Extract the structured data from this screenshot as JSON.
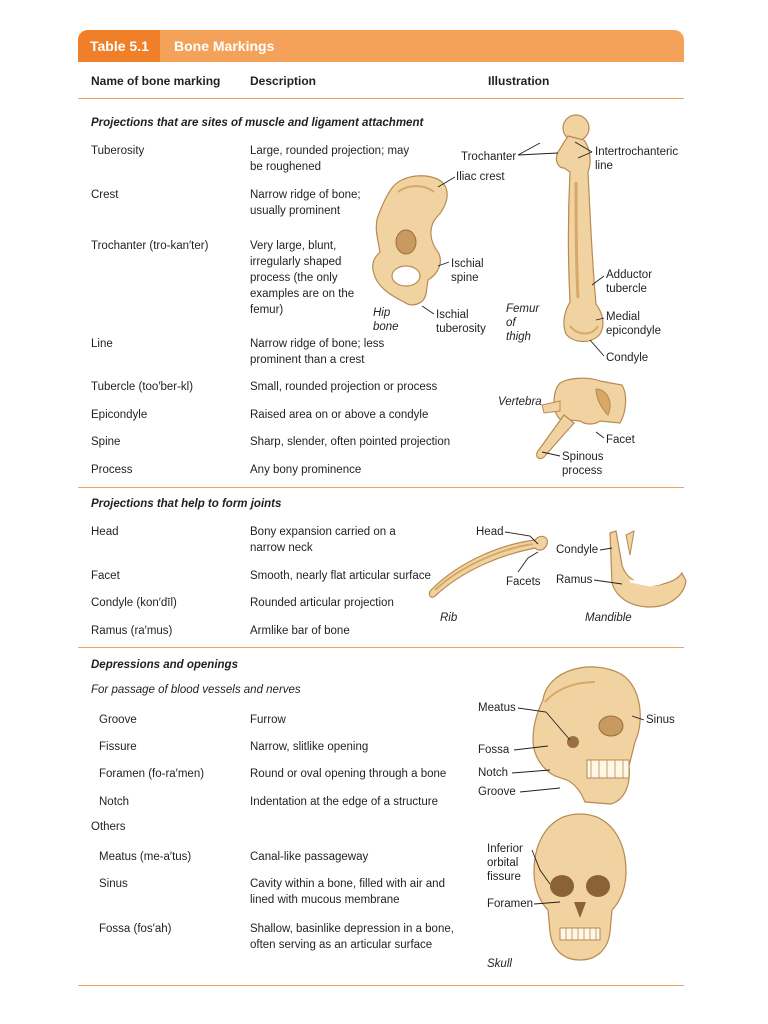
{
  "table": {
    "number": "Table 5.1",
    "title": "Bone Markings"
  },
  "columns": {
    "name": "Name of bone marking",
    "description": "Description",
    "illustration": "Illustration"
  },
  "sections": {
    "projections_attachment": {
      "title": "Projections that are sites of muscle and ligament attachment",
      "rows": [
        {
          "name": "Tuberosity",
          "desc": "Large, rounded projection; may be roughened"
        },
        {
          "name": "Crest",
          "desc": "Narrow ridge of bone; usually prominent"
        },
        {
          "name": "Trochanter (tro-kan′ter)",
          "desc": "Very large, blunt, irregularly shaped process (the only examples are on the femur)"
        },
        {
          "name": "Line",
          "desc": "Narrow ridge of bone; less prominent than a crest"
        },
        {
          "name": "Tubercle (too′ber-kl)",
          "desc": "Small, rounded projection or process"
        },
        {
          "name": "Epicondyle",
          "desc": "Raised area on or above a condyle"
        },
        {
          "name": "Spine",
          "desc": "Sharp, slender, often pointed projection"
        },
        {
          "name": "Process",
          "desc": "Any bony prominence"
        }
      ]
    },
    "projections_joints": {
      "title": "Projections that help to form joints",
      "rows": [
        {
          "name": "Head",
          "desc": "Bony expansion carried on a narrow neck"
        },
        {
          "name": "Facet",
          "desc": "Smooth, nearly flat articular surface"
        },
        {
          "name": "Condyle (kon′dīl)",
          "desc": "Rounded articular projection"
        },
        {
          "name": "Ramus (ra′mus)",
          "desc": "Armlike bar of bone"
        }
      ]
    },
    "depressions": {
      "title": "Depressions and openings",
      "sub1": "For passage of blood vessels and nerves",
      "rows1": [
        {
          "name": "Groove",
          "desc": "Furrow"
        },
        {
          "name": "Fissure",
          "desc": "Narrow, slitlike opening"
        },
        {
          "name": "Foramen (fo-ra′men)",
          "desc": "Round or oval opening through a bone"
        },
        {
          "name": "Notch",
          "desc": "Indentation at the edge of a structure"
        }
      ],
      "sub2": "Others",
      "rows2": [
        {
          "name": "Meatus (me-a′tus)",
          "desc": "Canal-like passageway"
        },
        {
          "name": "Sinus",
          "desc": "Cavity within a bone, filled with air and lined with mucous membrane"
        },
        {
          "name": "Fossa (fos′ah)",
          "desc": "Shallow, basinlike depression in a bone, often serving as an articular surface"
        }
      ]
    }
  },
  "illustrations": {
    "hip": {
      "iliac_crest": "Iliac crest",
      "ischial_spine": "Ischial spine",
      "ischial_tuberosity": "Ischial tuberosity",
      "caption": "Hip bone"
    },
    "femur": {
      "trochanter": "Trochanter",
      "intertrochanteric": "Intertrochanteric line",
      "adductor": "Adductor tubercle",
      "medial_epicondyle": "Medial epicondyle",
      "condyle": "Condyle",
      "caption": "Femur of thigh"
    },
    "vertebra": {
      "caption": "Vertebra",
      "facet": "Facet",
      "spinous": "Spinous process"
    },
    "rib": {
      "head": "Head",
      "facets": "Facets",
      "caption": "Rib"
    },
    "mandible": {
      "condyle": "Condyle",
      "ramus": "Ramus",
      "caption": "Mandible"
    },
    "skull_side": {
      "meatus": "Meatus",
      "sinus": "Sinus",
      "fossa": "Fossa",
      "notch": "Notch",
      "groove": "Groove"
    },
    "skull_front": {
      "inferior_orbital": "Inferior orbital fissure",
      "foramen": "Foramen",
      "caption": "Skull"
    }
  },
  "colors": {
    "accent_dark": "#f07f2a",
    "accent_light": "#f4a25a",
    "bone": "#f0d3a0",
    "bone_shade": "#d8a868",
    "bone_outline": "#b98a52"
  }
}
